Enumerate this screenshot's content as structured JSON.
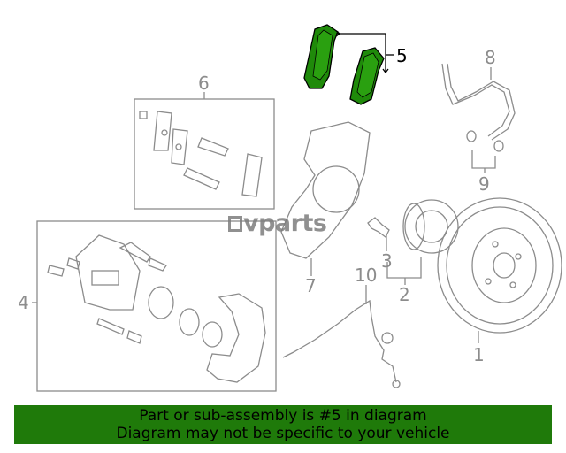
{
  "diagram": {
    "highlighted_part": "5",
    "callouts": {
      "c1": "1",
      "c2": "2",
      "c3": "3",
      "c4": "4",
      "c5": "5",
      "c6": "6",
      "c7": "7",
      "c8": "8",
      "c9": "9",
      "c10": "10"
    },
    "colors": {
      "line": "#8c8c8c",
      "highlight_fill": "#1f8a0a",
      "highlight_stroke": "#000000",
      "banner_bg": "#1f7a0a"
    }
  },
  "watermark": {
    "text": "vparts",
    "icon": "z-logo-icon"
  },
  "banner": {
    "line1": "Part or sub-assembly is #5 in diagram",
    "line2": "Diagram may not be specific to your vehicle"
  }
}
